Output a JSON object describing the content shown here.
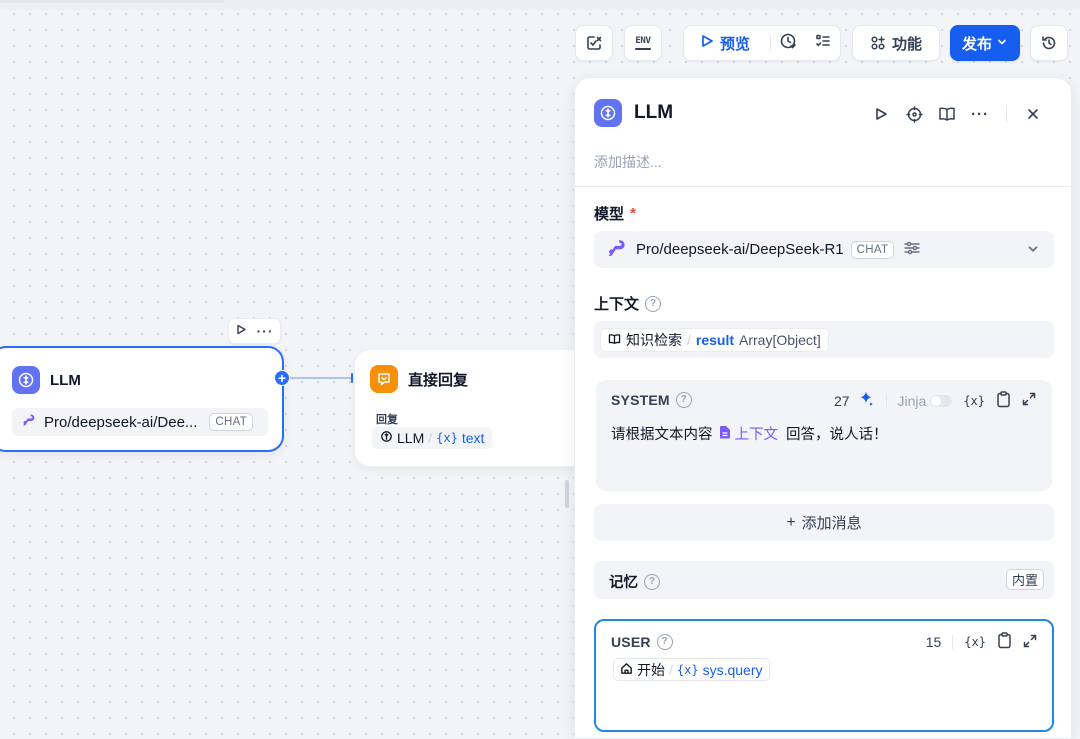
{
  "toolbar": {
    "env_label": "ENV",
    "preview_label": "预览",
    "features_label": "功能",
    "publish_label": "发布"
  },
  "canvas": {
    "llm_node": {
      "title": "LLM",
      "model_text": "Pro/deepseek-ai/Dee...",
      "model_tag": "CHAT"
    },
    "reply_node": {
      "title": "直接回复",
      "field_label": "回复",
      "source_node": "LLM",
      "var_prefix": "{x}",
      "var_name": "text"
    },
    "node_actions_more": "···"
  },
  "panel": {
    "title": "LLM",
    "more_label": "···",
    "description_placeholder": "添加描述...",
    "model_section": {
      "label": "模型",
      "required_mark": "*",
      "model_name": "Pro/deepseek-ai/DeepSeek-R1",
      "model_tag": "CHAT"
    },
    "context_section": {
      "label": "上下文",
      "source": "知识检索",
      "var_name": "result",
      "var_type": "Array[Object]"
    },
    "system_message": {
      "role": "SYSTEM",
      "token_count": "27",
      "jinja_label": "Jinja",
      "var_icon": "{x}",
      "text_before": "请根据文本内容",
      "context_ref": "上下文",
      "text_after": "回答，说人话！"
    },
    "add_message_label": "添加消息",
    "memory_section": {
      "label": "记忆",
      "badge": "内置"
    },
    "user_message": {
      "role": "USER",
      "token_count": "15",
      "var_icon": "{x}",
      "source": "开始",
      "var_prefix": "{x}",
      "var_name": "sys.query"
    }
  },
  "colors": {
    "primary": "#155eef",
    "node_border": "#296dff",
    "llm_icon_bg": "#6172f3",
    "reply_icon_bg": "#f79009",
    "model_icon": "#7a5af8",
    "user_border": "#1e88e5"
  },
  "icons": [
    "checklist-icon",
    "env-icon",
    "play-icon",
    "history-clock-icon",
    "list-icon",
    "features-grid-icon",
    "chevron-down-icon",
    "restore-icon",
    "brain-icon",
    "reply-icon",
    "model-logo-icon",
    "crosshair-icon",
    "book-icon",
    "close-icon",
    "settings-sliders-icon",
    "help-icon",
    "sparkle-icon",
    "clipboard-icon",
    "expand-icon",
    "document-icon",
    "home-icon"
  ]
}
